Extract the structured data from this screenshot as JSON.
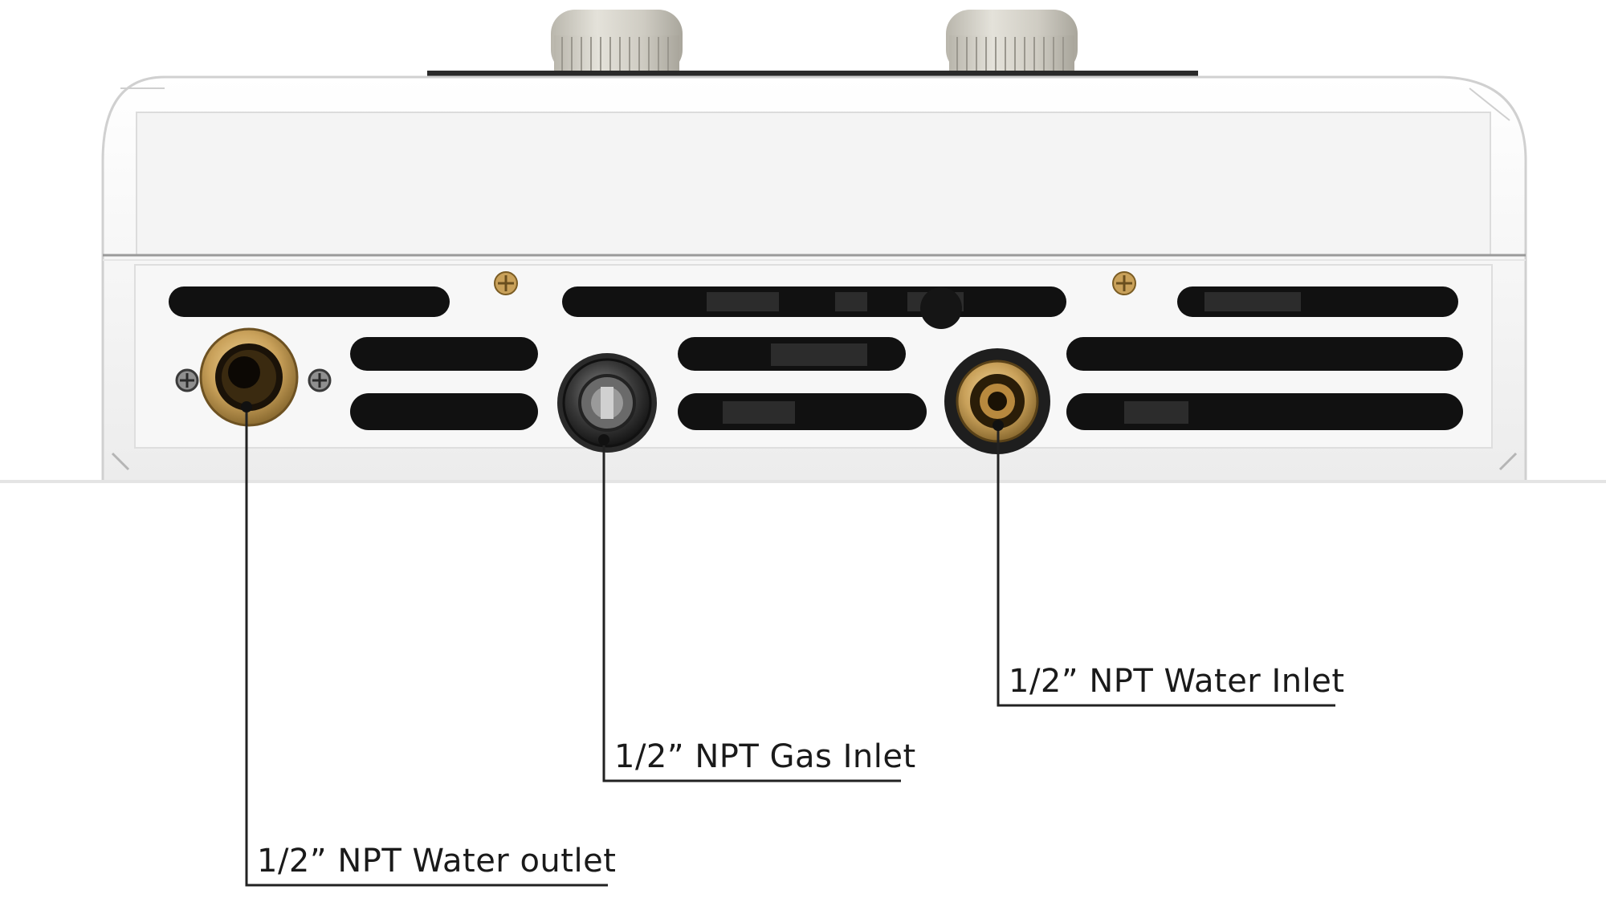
{
  "callouts": {
    "water_outlet": {
      "label": "1/2” NPT Water outlet"
    },
    "gas_inlet": {
      "label": "1/2” NPT Gas Inlet"
    },
    "water_inlet": {
      "label": "1/2” NPT Water Inlet"
    }
  },
  "colors": {
    "housing": "#f2f2f2",
    "housing_edge": "#d6d6d6",
    "vent_slot": "#111111",
    "brass": "#c9a15a",
    "gas_fitting": "#3a3a3a",
    "cap": "#d9d7cf",
    "leader_line": "#222222"
  }
}
